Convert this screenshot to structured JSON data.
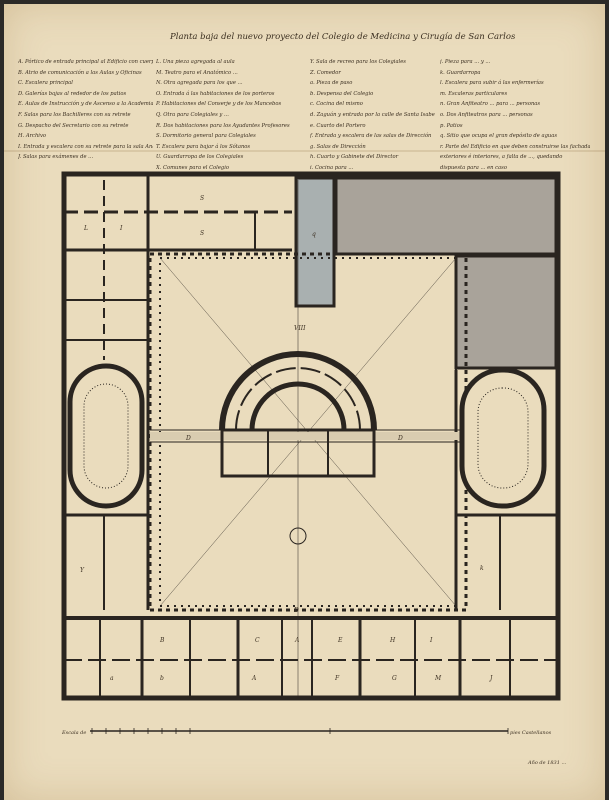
{
  "title": "Planta baja del nuevo proyecto del Colegio de Medicina y Cirugía de San Carlos",
  "legend": {
    "col1": [
      "A. Pórtico de entrada principal al Edificio con cuerpo de guardia y Asiento para un Portero",
      "B. Atrio de comunicación a las Aulas y Oficinas",
      "C. Escalera principal",
      "D. Galerías bajas al rededor de los patios",
      "E. Aulas de Instrucción y de Ascenso a la Academia",
      "F. Salas para los Bachilleres con su retrete",
      "G. Despacho del Secretario con su retrete",
      "H. Archivo",
      "I. Entrada y escalera con su retrete para la sala Anatómica",
      "J. Salas para exámenes de ..."
    ],
    "col2": [
      "L. Una pieza agregada al aula",
      "M. Teatro para el Anatómico ...",
      "N. Otra agregada para los que ...",
      "O. Entrada á las habitaciones de los porteros",
      "P. Habitaciones del Conserje y de los Mancebos",
      "Q. Otra para Colegiales y ...",
      "R. Dos habitaciones para los Ayudantes Profesores",
      "S. Dormitorio general para Colegiales",
      "T. Escalera para bajar á los Sótanos",
      "U. Guardarropa de los Colegiales",
      "X. Comunes para el Colegio"
    ],
    "col3": [
      "Y. Sala de recreo para los Colegiales",
      "Z. Comedor",
      "a. Pieza de paso",
      "b. Despensa del Colegio",
      "c. Cocina del mismo",
      "d. Zaguán y entrada por la calle de Santa Isabel",
      "e. Cuarto del Portero",
      "f. Entrada y escalera de las salas de Dirección",
      "g. Salas de Dirección",
      "h. Cuarto y Gabinete del Director",
      "i. Cocina para ..."
    ],
    "col4": [
      "j. Pieza para ... y ...",
      "k. Guardarropa",
      "l. Escalera para subir á las enfermerías",
      "m. Escaleras particulares",
      "n. Gran Anfiteatro ... para ... personas",
      "o. Dos Anfiteatros para ... personas",
      "p. Patios",
      "q. Sitio que ocupa el gran depósito de aguas",
      "r. Parte del Edificio en que deben construirse las fachadas",
      "exteriores é interiores, a falta de ..., quedando",
      "dispuesta para ... en caso"
    ]
  },
  "scale_label": "Escala de",
  "scale_end_label": "pies Castellanos",
  "signature": "Año de 1831 ... ",
  "colors": {
    "paper": "#eadcbd",
    "ink": "#2a2520",
    "wash": "#a9a39a"
  }
}
